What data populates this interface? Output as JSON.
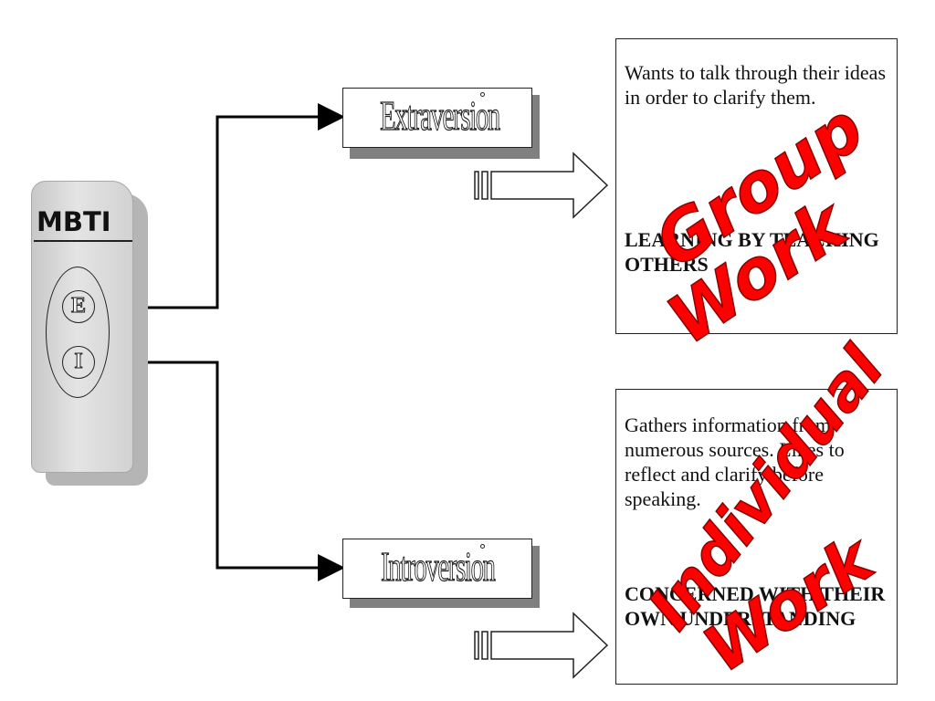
{
  "device": {
    "title": "MBTI",
    "dial_e": "E",
    "dial_i": "I"
  },
  "categories": {
    "extraversion": "Extraversion",
    "introversion": "Introversion"
  },
  "extraversion_box": {
    "description": "Wants to talk through their ideas in order to clarify them.",
    "learning": "LEARNING BY TEACHING OTHERS",
    "stamp_line1": "Group",
    "stamp_line2": "Work"
  },
  "introversion_box": {
    "description": "Gathers information from numerous sources. Likes to reflect and clarify before speaking.",
    "concern": "CONCERNED WITH THEIR OWN UNDERSTANDING",
    "stamp_line1": "Individual",
    "stamp_line2": "Work"
  },
  "colors": {
    "stamp": "#ff0000",
    "line": "#000000",
    "device": "#d9d9d9"
  }
}
